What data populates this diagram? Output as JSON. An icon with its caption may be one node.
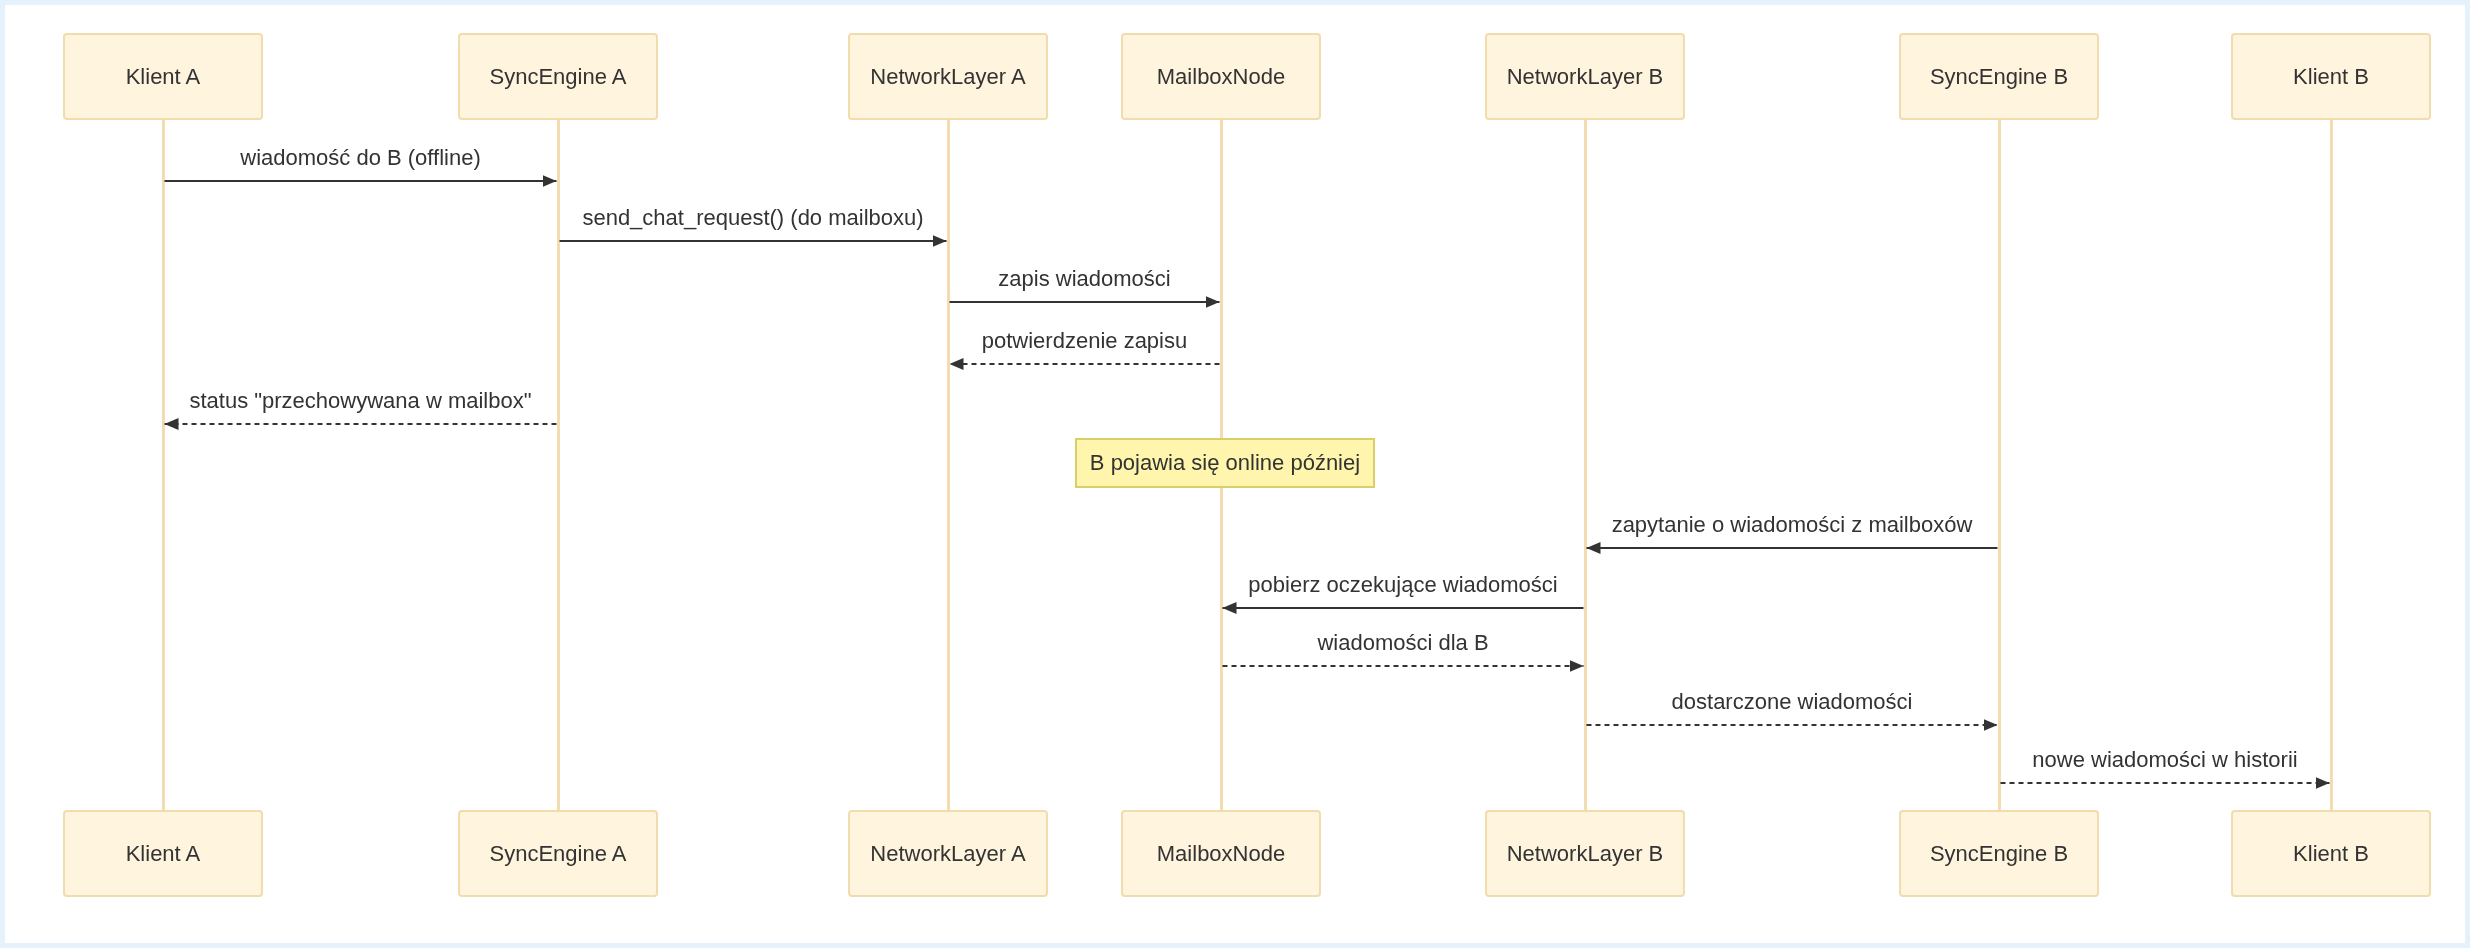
{
  "diagram": {
    "nodes": [
      {
        "text": [
          "Klient A"
        ]
      },
      {
        "text": [
          "SyncEngine A"
        ]
      },
      {
        "text": [
          "NetworkLayer A"
        ]
      },
      {
        "text": [
          "MailboxNode"
        ]
      },
      {
        "text": [
          "NetworkLayer B"
        ]
      },
      {
        "text": [
          "SyncEngine B"
        ]
      },
      {
        "text": [
          "Klient B"
        ]
      },
      {
        "text": [
          "Klient A"
        ]
      },
      {
        "text": [
          "SyncEngine A"
        ]
      },
      {
        "text": [
          "NetworkLayer A"
        ]
      },
      {
        "text": [
          "MailboxNode"
        ]
      },
      {
        "text": [
          "NetworkLayer B"
        ]
      },
      {
        "text": [
          "SyncEngine B"
        ]
      },
      {
        "text": [
          "Klient B"
        ]
      },
      {
        "text": [
          "B pojawia się online później"
        ]
      },
      {
        "text": [],
        "shape": "line"
      },
      {
        "text": [],
        "shape": "line"
      },
      {
        "text": [],
        "shape": "line"
      },
      {
        "text": [],
        "shape": "line"
      },
      {
        "text": [],
        "shape": "line"
      },
      {
        "text": [],
        "shape": "line"
      },
      {
        "text": [],
        "shape": "line"
      }
    ],
    "edges": [
      {
        "from": 15,
        "to": 16,
        "arrow": "to",
        "label": "wiadomość do B (offline)"
      },
      {
        "from": 16,
        "to": 17,
        "arrow": "to",
        "label": "send_chat_request() (do mailboxu)"
      },
      {
        "from": 17,
        "to": 18,
        "arrow": "to",
        "label": "zapis wiadomości"
      },
      {
        "from": 18,
        "to": 17,
        "arrow": "to",
        "label": "potwierdzenie zapisu",
        "style": "dashed"
      },
      {
        "from": 16,
        "to": 15,
        "arrow": "to",
        "label": "status \"przechowywana w mailbox\"",
        "style": "dashed"
      },
      {
        "from": 20,
        "to": 19,
        "arrow": "to",
        "label": "zapytanie o wiadomości z mailboxów"
      },
      {
        "from": 19,
        "to": 18,
        "arrow": "to",
        "label": "pobierz oczekujące wiadomości"
      },
      {
        "from": 18,
        "to": 19,
        "arrow": "to",
        "label": "wiadomości dla B",
        "style": "dashed"
      },
      {
        "from": 19,
        "to": 20,
        "arrow": "to",
        "label": "dostarczone wiadomości",
        "style": "dashed"
      },
      {
        "from": 20,
        "to": 21,
        "arrow": "to",
        "label": "nowe wiadomości w historii",
        "style": "dashed"
      }
    ]
  }
}
